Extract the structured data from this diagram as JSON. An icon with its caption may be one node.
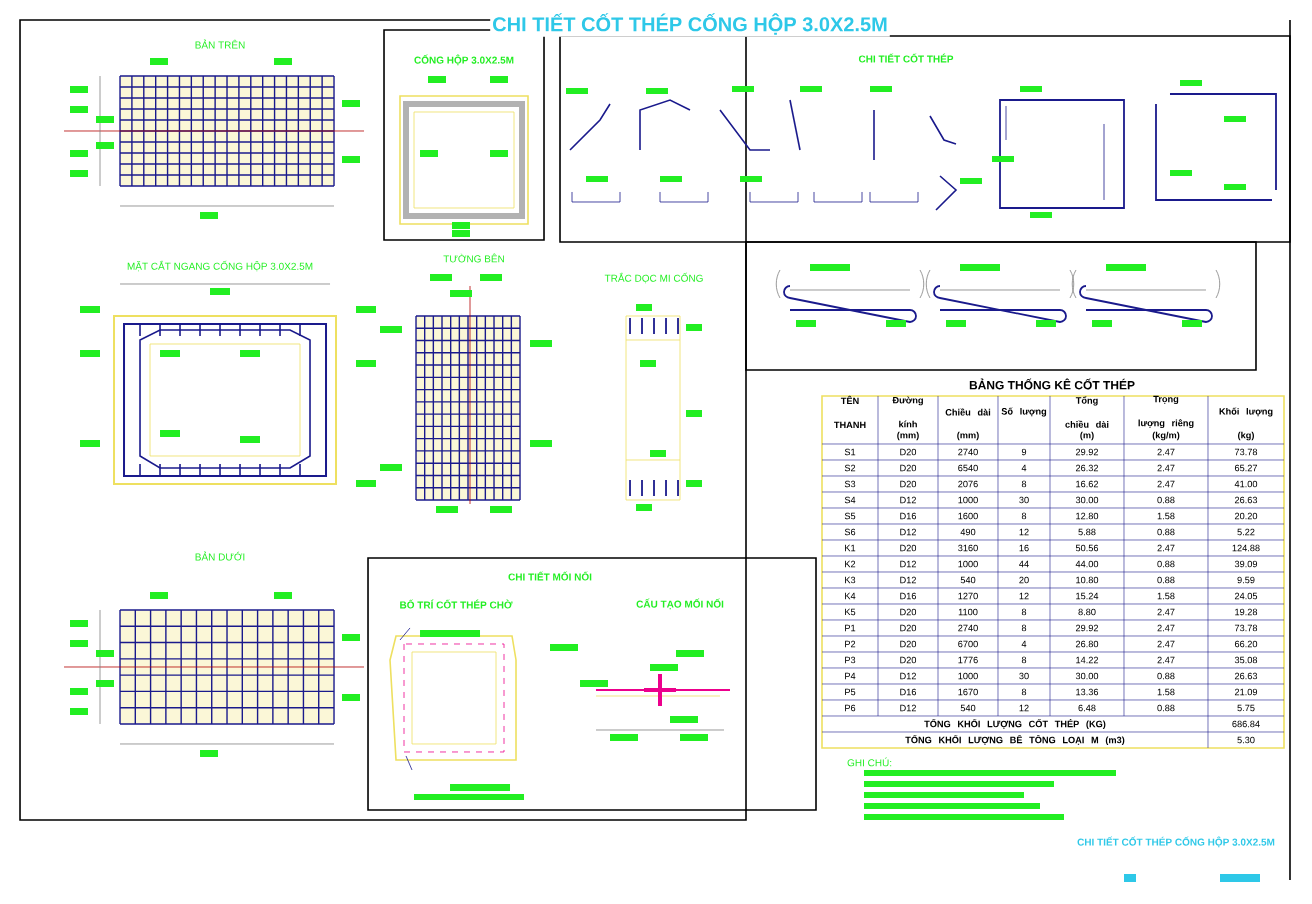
{
  "diagram": {
    "title": "CHI TIẾT CỐT THÉP CỐNG HỘP 3.0X2.5M",
    "nodes": [
      {
        "text": [
          "CỐNG HỘP 3.0X2.5M"
        ]
      },
      {
        "text": [
          "CHI TIẾT CỐT THÉP"
        ]
      },
      {
        "text": [
          "CHI TIẾT MỐI NỐI",
          "BỐ TRÍ CỐT THÉP CHỜ",
          "CẤU TẠO MỐI NỐI"
        ]
      }
    ],
    "edges": [],
    "labels": [
      "BẢN TRÊN",
      "MẶT CẮT NGANG CỐNG HỘP 3.0X2.5M",
      "TƯỜNG BÊN",
      "TRẮC DỌC MI CỐNG",
      "BẢN DƯỚI",
      "BẢNG THỐNG KÊ CỐT THÉP",
      "TÊN THANH",
      "Đường kính",
      "Chiều dài",
      "Số lượng",
      "Tổng chiều dài",
      "Trọng lượng riêng",
      "Khối lượng",
      "(mm)",
      "(mm)",
      "(m)",
      "(kg/m)",
      "(kg)",
      "S1",
      "D20",
      "2740",
      "9",
      "29.92",
      "2.47",
      "73.78",
      "S2",
      "D20",
      "6540",
      "4",
      "26.32",
      "2.47",
      "65.27",
      "S3",
      "D20",
      "2076",
      "8",
      "16.62",
      "2.47",
      "41.00",
      "S4",
      "D12",
      "1000",
      "30",
      "30.00",
      "0.88",
      "26.63",
      "S5",
      "D16",
      "1600",
      "8",
      "12.80",
      "1.58",
      "20.20",
      "S6",
      "D12",
      "490",
      "12",
      "5.88",
      "0.88",
      "5.22",
      "K1",
      "D20",
      "3160",
      "16",
      "50.56",
      "2.47",
      "124.88",
      "K2",
      "D12",
      "1000",
      "44",
      "44.00",
      "0.88",
      "39.09",
      "K3",
      "D12",
      "540",
      "20",
      "10.80",
      "0.88",
      "9.59",
      "K4",
      "D16",
      "1270",
      "12",
      "15.24",
      "1.58",
      "24.05",
      "K5",
      "D20",
      "1100",
      "8",
      "8.80",
      "2.47",
      "19.28",
      "P1",
      "D20",
      "2740",
      "8",
      "29.92",
      "2.47",
      "73.78",
      "P2",
      "D20",
      "6700",
      "4",
      "26.80",
      "2.47",
      "66.20",
      "P3",
      "D20",
      "1776",
      "8",
      "14.22",
      "2.47",
      "35.08",
      "P4",
      "D12",
      "1000",
      "30",
      "30.00",
      "0.88",
      "26.63",
      "P5",
      "D16",
      "1670",
      "8",
      "13.36",
      "1.58",
      "21.09",
      "P6",
      "D12",
      "540",
      "12",
      "6.48",
      "0.88",
      "5.75",
      "TỔNG KHỐI LƯỢNG CỐT THÉP (KG)",
      "686.84",
      "TỔNG KHỐI LƯỢNG BÊ TÔNG LOẠI M (m3)",
      "5.30",
      "GHI CHÚ:",
      "CHI TIẾT CỐT THÉP CỐNG HỘP 3.0X2.5M"
    ]
  }
}
